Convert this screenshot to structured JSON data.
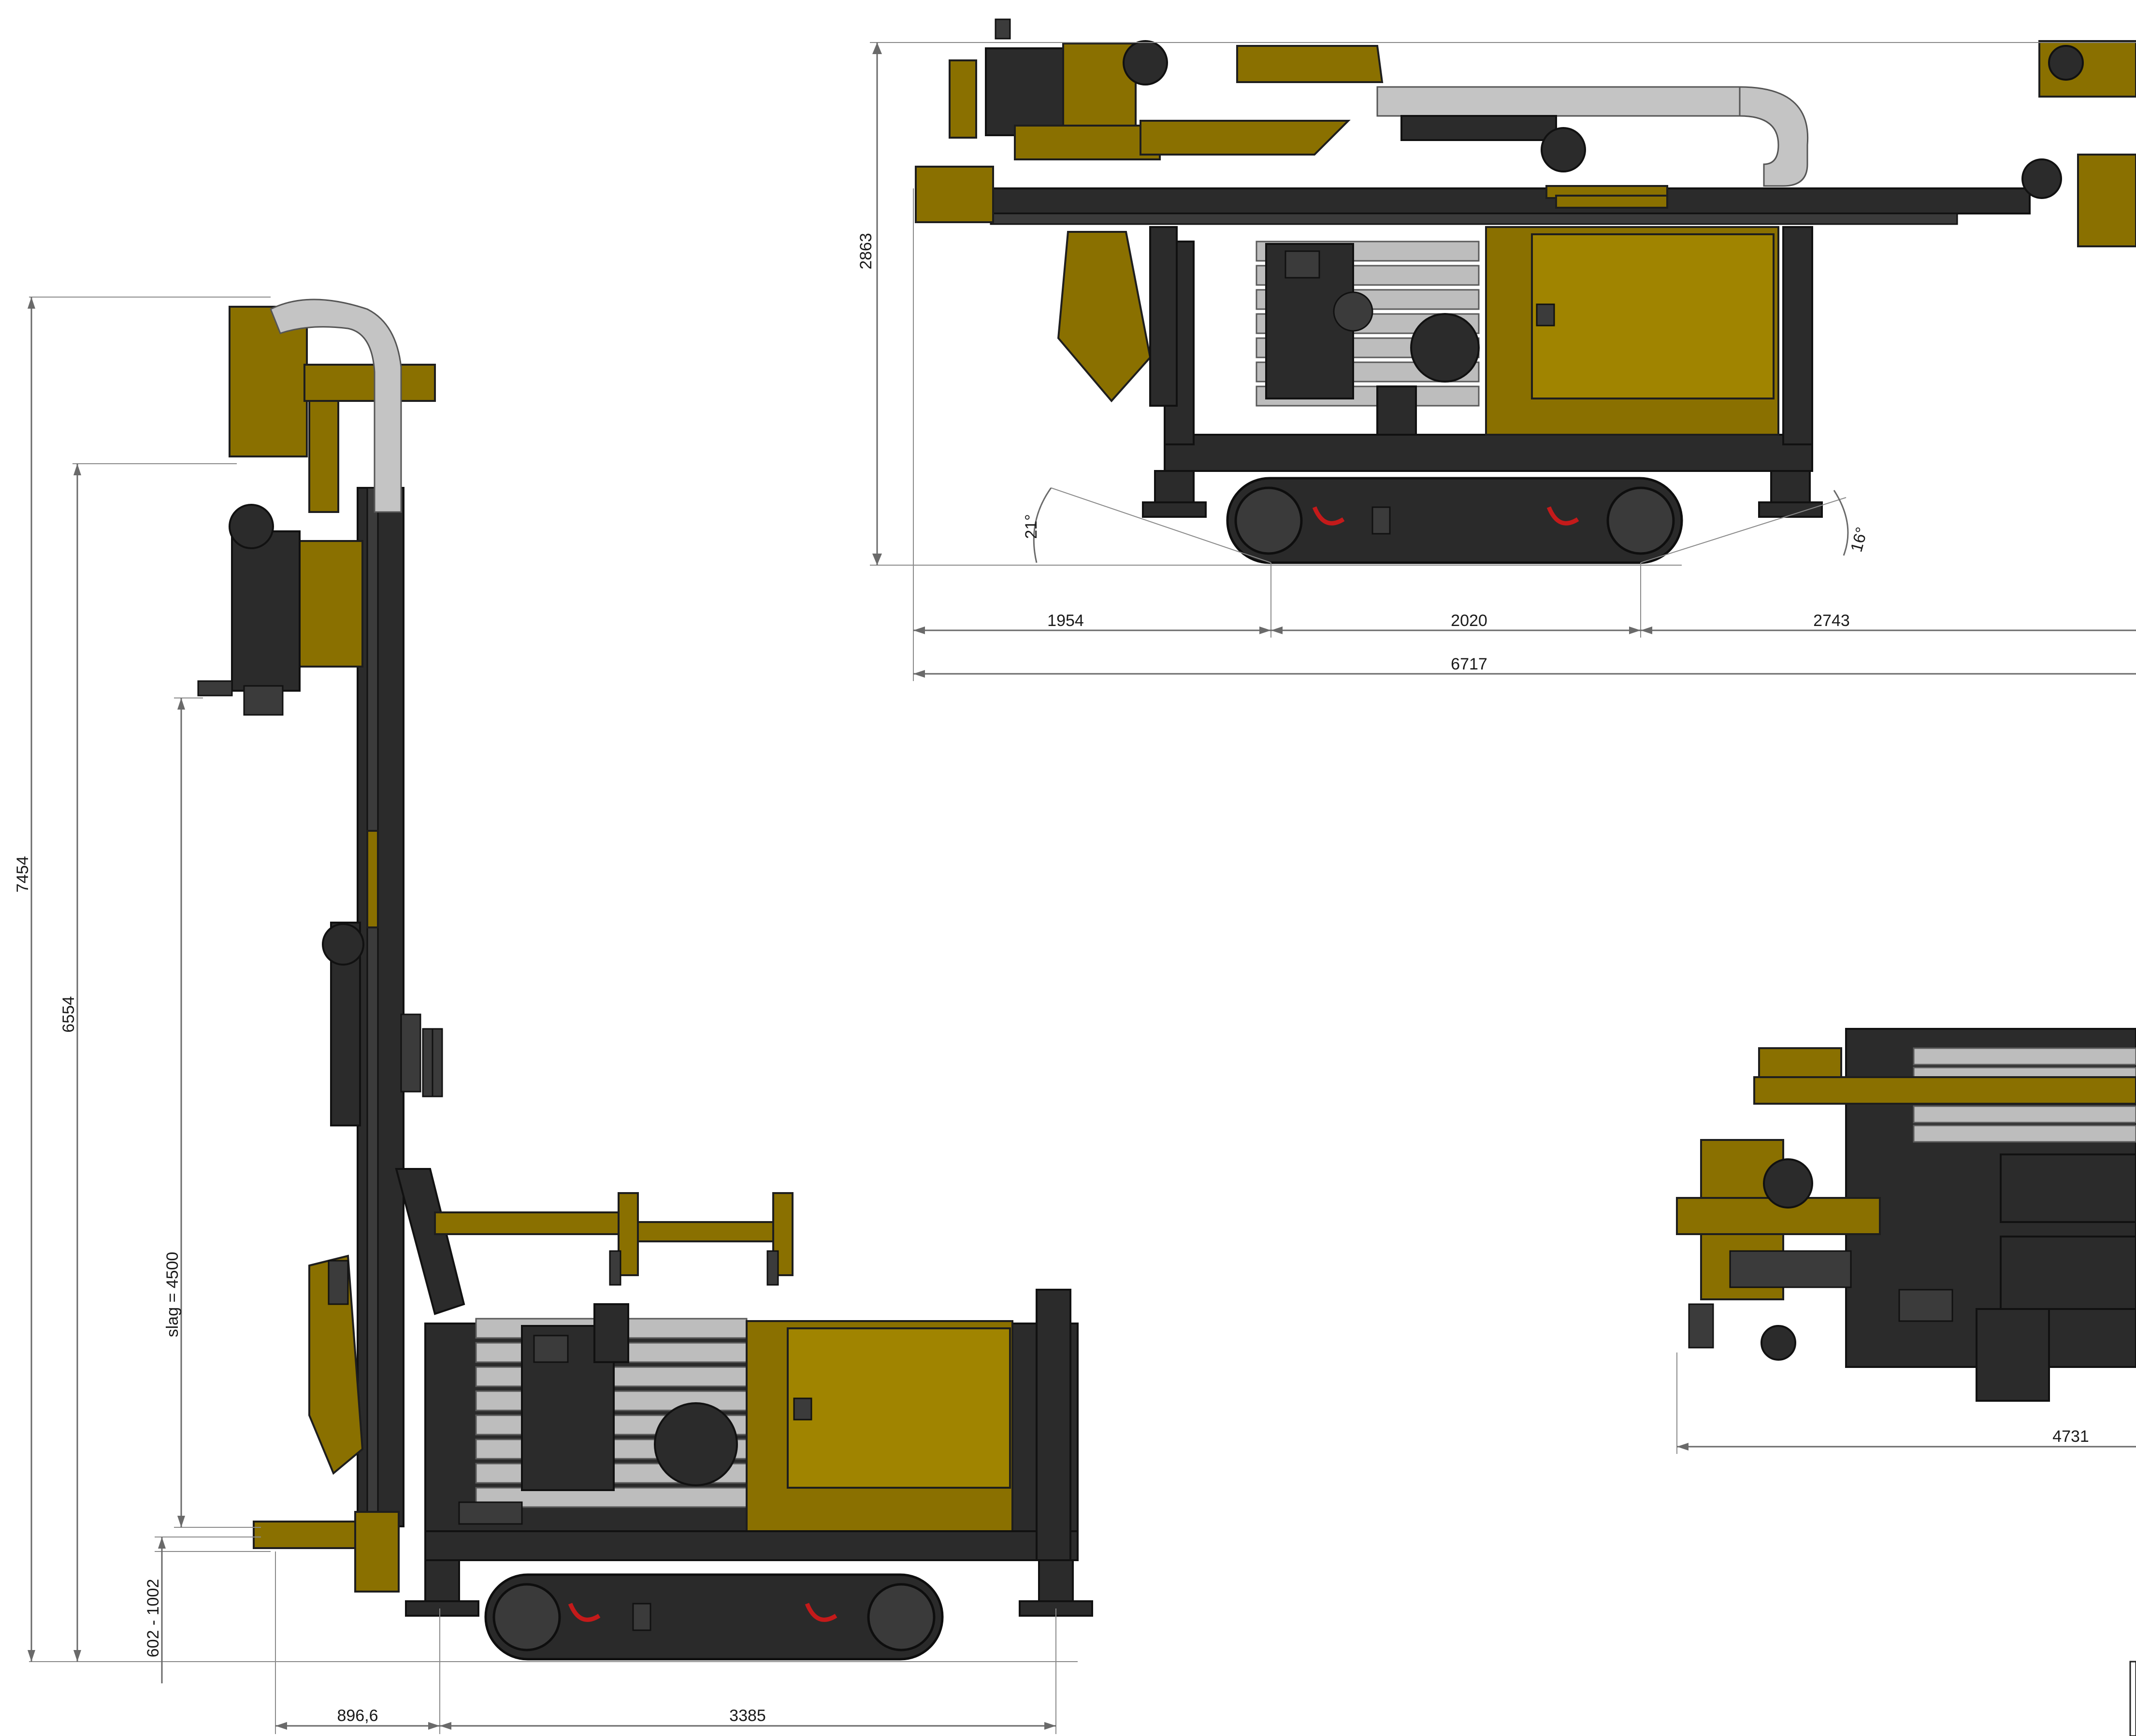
{
  "dimensions": {
    "top_view": {
      "height": "2863",
      "angle_front": "21°",
      "angle_rear": "16°",
      "front_overhang": "1954",
      "track_length": "2020",
      "rear_overhang": "2743",
      "total_length": "6717"
    },
    "left_view": {
      "total_height": "7454",
      "mast_height": "6554",
      "stroke": "slag = 4500",
      "clamp_range": "602 - 1002",
      "offset": "896,6",
      "base_length": "3385"
    },
    "right_view": {
      "length": "4731"
    }
  },
  "colors": {
    "machine_yellow": "#8a7000",
    "machine_dark": "#2b2b2b",
    "dimension_lines": "#6a6a6a",
    "lifting_hooks": "#c41a1a"
  }
}
